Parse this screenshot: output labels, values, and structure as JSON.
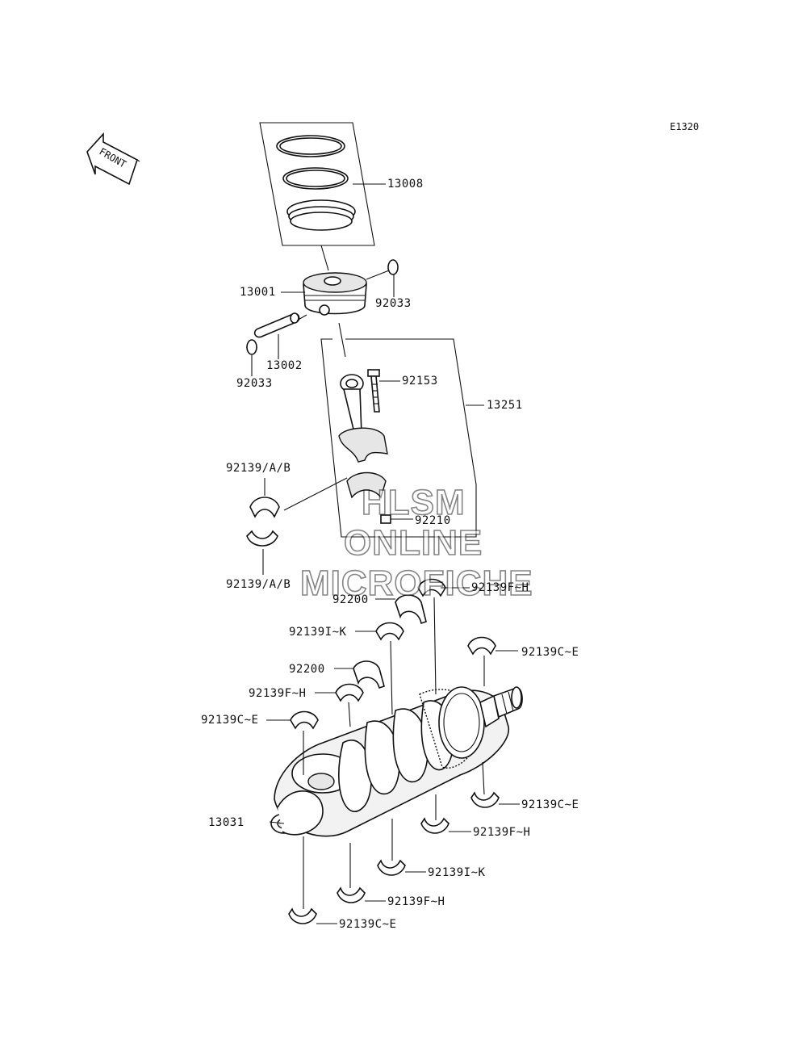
{
  "diagram_code": "E1320",
  "front_arrow_label": "FRONT",
  "watermark": {
    "line1": "HLSM",
    "line2": "ONLINE",
    "line3": "MICROFICHE"
  },
  "labels": [
    "13008",
    "13001",
    "92033",
    "13002",
    "92033",
    "92153",
    "13251",
    "92139/A/B",
    "92210",
    "92139/A/B",
    "92200",
    "92139F~H",
    "92139I~K",
    "92139C~E",
    "92200",
    "92139F~H",
    "92139C~E",
    "13031",
    "92139C~E",
    "92139F~H",
    "92139I~K",
    "92139F~H",
    "92139C~E"
  ]
}
